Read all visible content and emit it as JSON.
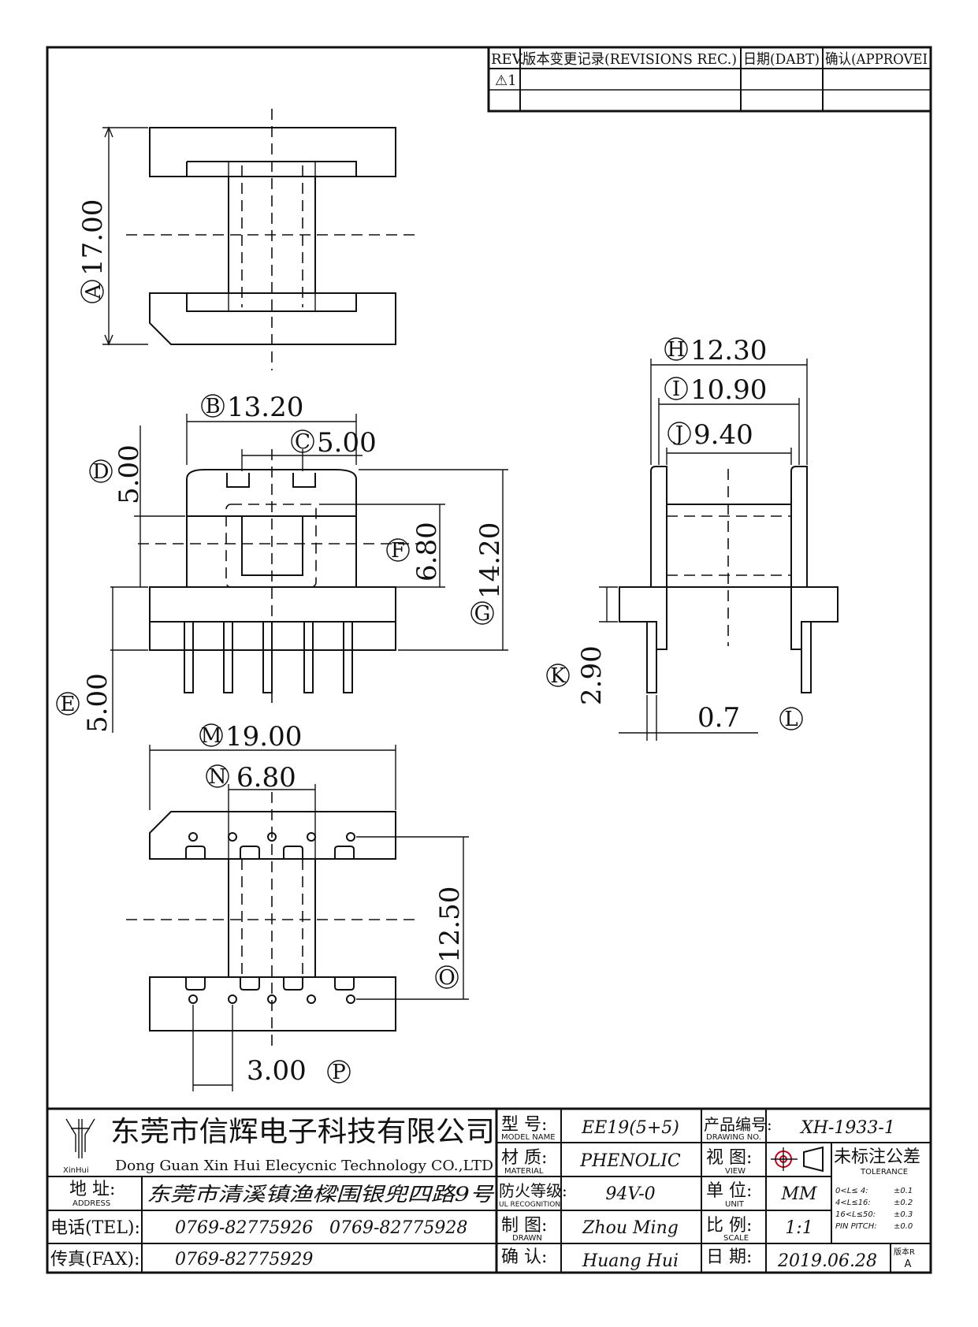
{
  "revision_table": {
    "headers": [
      "REV.",
      "版本变更记录(REVISIONS REC.)",
      "日期(DABT)",
      "确认(APPROVEI"
    ],
    "rows": [
      [
        "⚠1",
        "",
        "",
        ""
      ],
      [
        "",
        "",
        "",
        ""
      ]
    ]
  },
  "dimensions": {
    "A": {
      "letter": "A",
      "value": "17.00"
    },
    "B": {
      "letter": "B",
      "value": "13.20"
    },
    "C": {
      "letter": "C",
      "value": "5.00"
    },
    "D": {
      "letter": "D",
      "value": "5.00"
    },
    "E": {
      "letter": "E",
      "value": "5.00"
    },
    "F": {
      "letter": "F",
      "value": "6.80"
    },
    "G": {
      "letter": "G",
      "value": "14.20"
    },
    "H": {
      "letter": "H",
      "value": "12.30"
    },
    "I": {
      "letter": "I",
      "value": "10.90"
    },
    "J": {
      "letter": "J",
      "value": "9.40"
    },
    "K": {
      "letter": "K",
      "value": "2.90"
    },
    "L": {
      "letter": "L",
      "value": "0.7"
    },
    "M": {
      "letter": "M",
      "value": "19.00"
    },
    "N": {
      "letter": "N",
      "value": "6.80"
    },
    "O": {
      "letter": "O",
      "value": "12.50"
    },
    "P": {
      "letter": "P",
      "value": "3.00"
    }
  },
  "title_block": {
    "logo_text": "XinHui",
    "company_cn": "东莞市信辉电子科技有限公司",
    "company_en": "Dong Guan Xin Hui Elecycnic Technology CO.,LTD",
    "address_label": "地  址:",
    "address_label_en": "ADDRESS",
    "address": "东莞市清溪镇渔樑围银兜四路9号",
    "tel_label": "电话(TEL):",
    "tel1": "0769-82775926",
    "tel2": "0769-82775928",
    "fax_label": "传真(FAX):",
    "fax": "0769-82775929",
    "model_label": "型  号:",
    "model_label_en": "MODEL NAME",
    "model": "EE19(5+5)",
    "material_label": "材  质:",
    "material_label_en": "MATERIAL",
    "material": "PHENOLIC",
    "ul_label": "防火等级:",
    "ul_label_en": "UL RECOGNITION",
    "ul": "94V-0",
    "drawn_label": "制  图:",
    "drawn_label_en": "DRAWN",
    "drawn": "Zhou Ming",
    "check_label": "确  认:",
    "check": "Huang Hui",
    "drawing_no_label": "产品编号:",
    "drawing_no_label_en": "DRAWING NO.",
    "drawing_no": "XH-1933-1",
    "view_label": "视  图:",
    "view_label_en": "VIEW",
    "unit_label": "单  位:",
    "unit_label_en": "UNIT",
    "unit": "MM",
    "scale_label": "比  例:",
    "scale_label_en": "SCALE",
    "scale": "1:1",
    "date_label": "日  期:",
    "date": "2019.06.28",
    "version_label": "版本R",
    "version": "A",
    "tolerance_title": "未标注公差",
    "tolerance_en": "TOLERANCE",
    "tolerances": [
      {
        "range": "0<L≤ 4:",
        "tol": "±0.1"
      },
      {
        "range": "4<L≤16:",
        "tol": "±0.2"
      },
      {
        "range": "16<L≤50:",
        "tol": "±0.3"
      },
      {
        "range": "PIN PITCH:",
        "tol": "±0.0"
      }
    ]
  }
}
